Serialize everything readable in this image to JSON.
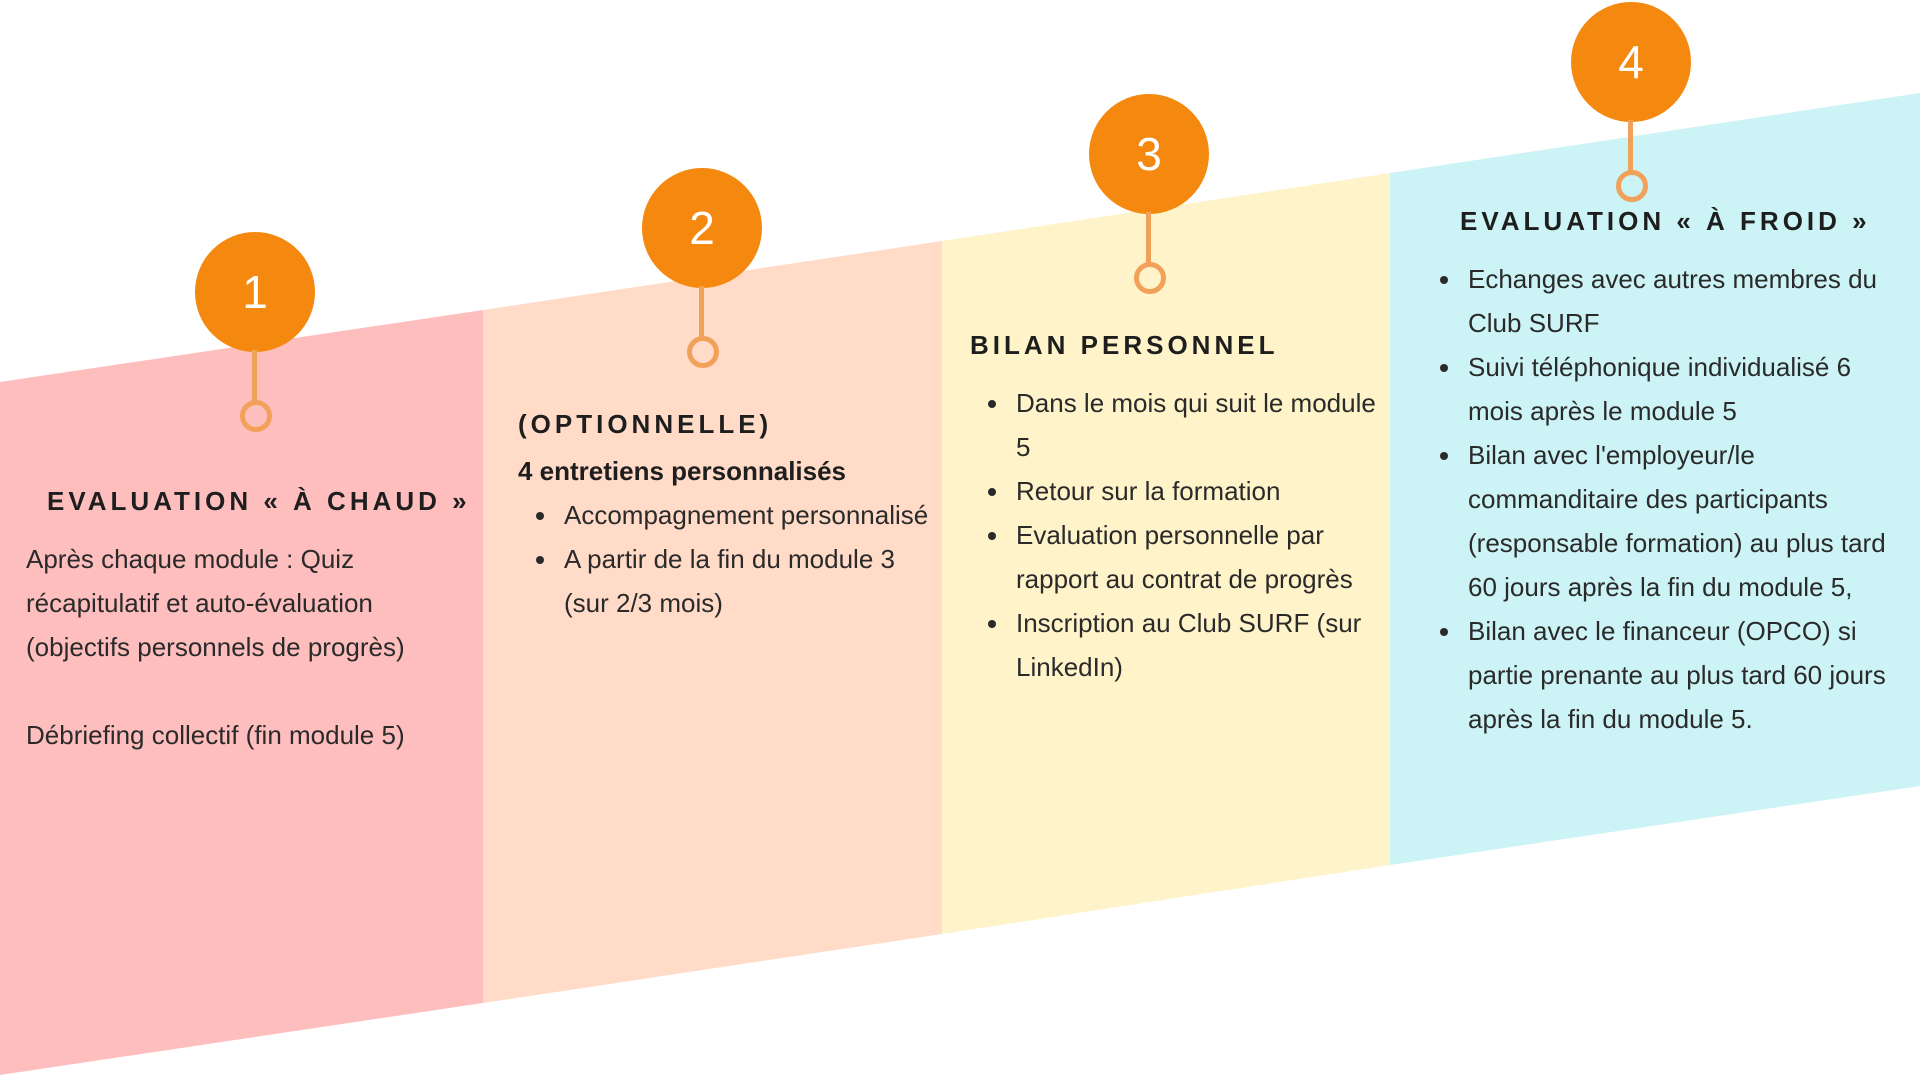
{
  "colors": {
    "accent": "#F5880F",
    "accent_light": "#F2A15A",
    "band_1": "#FFBEBE",
    "band_2": "#FFDBC8",
    "band_3": "#FFF3C9",
    "band_4": "#CCF3F5"
  },
  "steps": [
    {
      "number": "1",
      "heading": "EVALUATION « À CHAUD »",
      "paragraphs": [
        "Après chaque module : Quiz récapitulatif et auto-évaluation (objectifs personnels de progrès)",
        "Débriefing collectif (fin module 5)"
      ]
    },
    {
      "number": "2",
      "heading": "(OPTIONNELLE)",
      "subheading": "4 entretiens personnalisés",
      "bullets": [
        "Accompagnement personnalisé",
        "A partir de la fin du module 3 (sur 2/3 mois)"
      ]
    },
    {
      "number": "3",
      "heading": "BILAN PERSONNEL",
      "bullets": [
        "Dans le mois qui suit le module 5",
        " Retour sur la formation",
        "Evaluation personnelle par rapport au contrat de progrès",
        "Inscription au Club SURF (sur LinkedIn)"
      ]
    },
    {
      "number": "4",
      "heading": "EVALUATION « À FROID »",
      "bullets": [
        "Echanges avec autres membres du Club SURF",
        "Suivi téléphonique individualisé 6 mois après le module 5",
        "Bilan avec l'employeur/le commanditaire des participants (responsable formation) au plus tard 60 jours après la fin du module 5,",
        "Bilan avec le financeur (OPCO) si partie prenante au plus tard 60 jours après la fin du module 5."
      ]
    }
  ]
}
